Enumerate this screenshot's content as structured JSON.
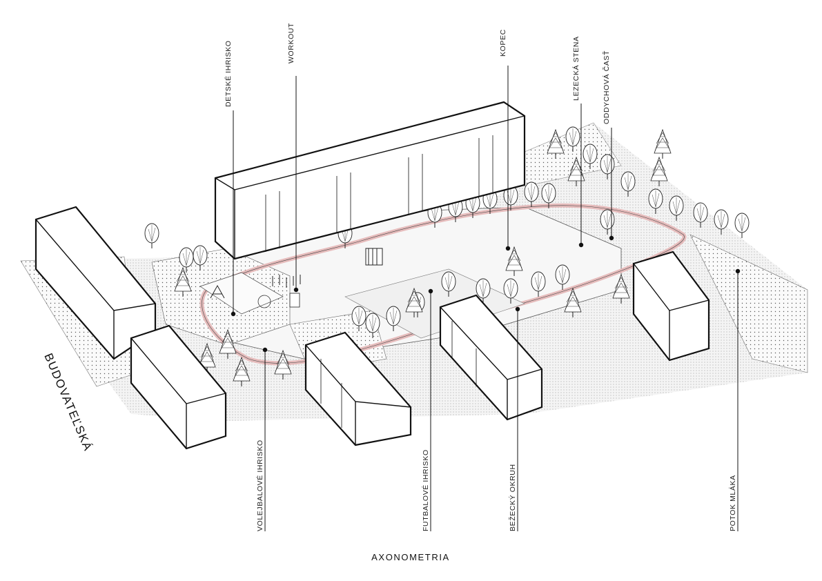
{
  "title": "AXONOMETRIA",
  "street": "BUDOVATEĽSKÁ",
  "labels_top": [
    {
      "id": "detske-ihrisko",
      "text": "DETSKÉ IHRISKO"
    },
    {
      "id": "workout",
      "text": "WORKOUT"
    },
    {
      "id": "kopec",
      "text": "KOPEC"
    },
    {
      "id": "lezecka-stena",
      "text": "LEZECKÁ STENA"
    },
    {
      "id": "oddychova-cast",
      "text": "ODDYCHOVÁ ČASŤ"
    }
  ],
  "labels_bottom": [
    {
      "id": "volejbalove-ihrisko",
      "text": "VOLEJBALOVÉ IHRISKO"
    },
    {
      "id": "futbalove-ihrisko",
      "text": "FUTBALOVÉ IHRISKO"
    },
    {
      "id": "bezecky-okruh",
      "text": "BEŽECKÝ OKRUH"
    },
    {
      "id": "potok-mlaka",
      "text": "POTOK MLÁKA"
    }
  ],
  "colors": {
    "line": "#111111",
    "ground": "#f2f2f2",
    "dots": "#444444",
    "running_track": "#e9c6c6"
  }
}
